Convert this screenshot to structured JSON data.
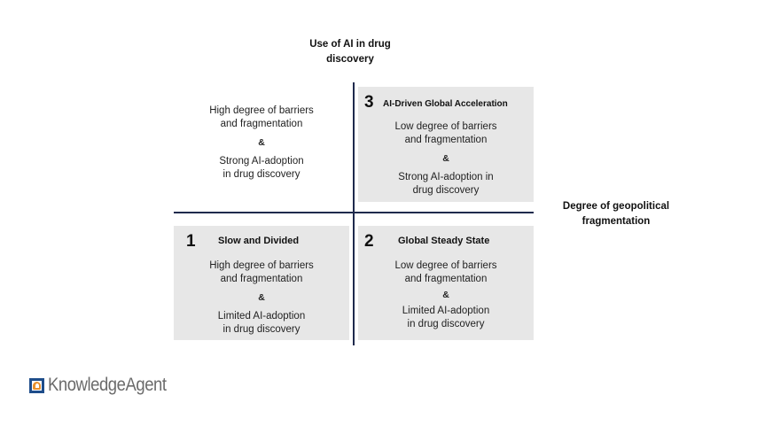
{
  "axes": {
    "vertical_title": [
      "Use of AI in drug",
      "discovery"
    ],
    "horizontal_title": [
      "Degree of geopolitical",
      "fragmentation"
    ]
  },
  "quadrants": {
    "top_left": {
      "line1": "High degree of barriers",
      "line2": "and fragmentation",
      "amp": "&",
      "line3": "Strong AI-adoption",
      "line4": "in drug discovery"
    },
    "top_right": {
      "number": "3",
      "title": "AI-Driven Global Acceleration",
      "line1": "Low degree of barriers",
      "line2": "and fragmentation",
      "amp": "&",
      "line3": "Strong AI-adoption in",
      "line4": "drug discovery"
    },
    "bottom_left": {
      "number": "1",
      "title": "Slow and Divided",
      "line1": "High degree of barriers",
      "line2": "and fragmentation",
      "amp": "&",
      "line3": "Limited AI-adoption",
      "line4": "in drug discovery"
    },
    "bottom_right": {
      "number": "2",
      "title": "Global Steady State",
      "line1": "Low degree of barriers",
      "line2": "and fragmentation",
      "amp": "&",
      "line3": "Limited AI-adoption",
      "line4": "in drug discovery"
    }
  },
  "logo": {
    "text": "KnowledgeAgent"
  },
  "colors": {
    "axis": "#1f2a4d",
    "box": "#e7e7e7",
    "logo_blue": "#1e4d8a",
    "logo_orange": "#e8902c"
  }
}
